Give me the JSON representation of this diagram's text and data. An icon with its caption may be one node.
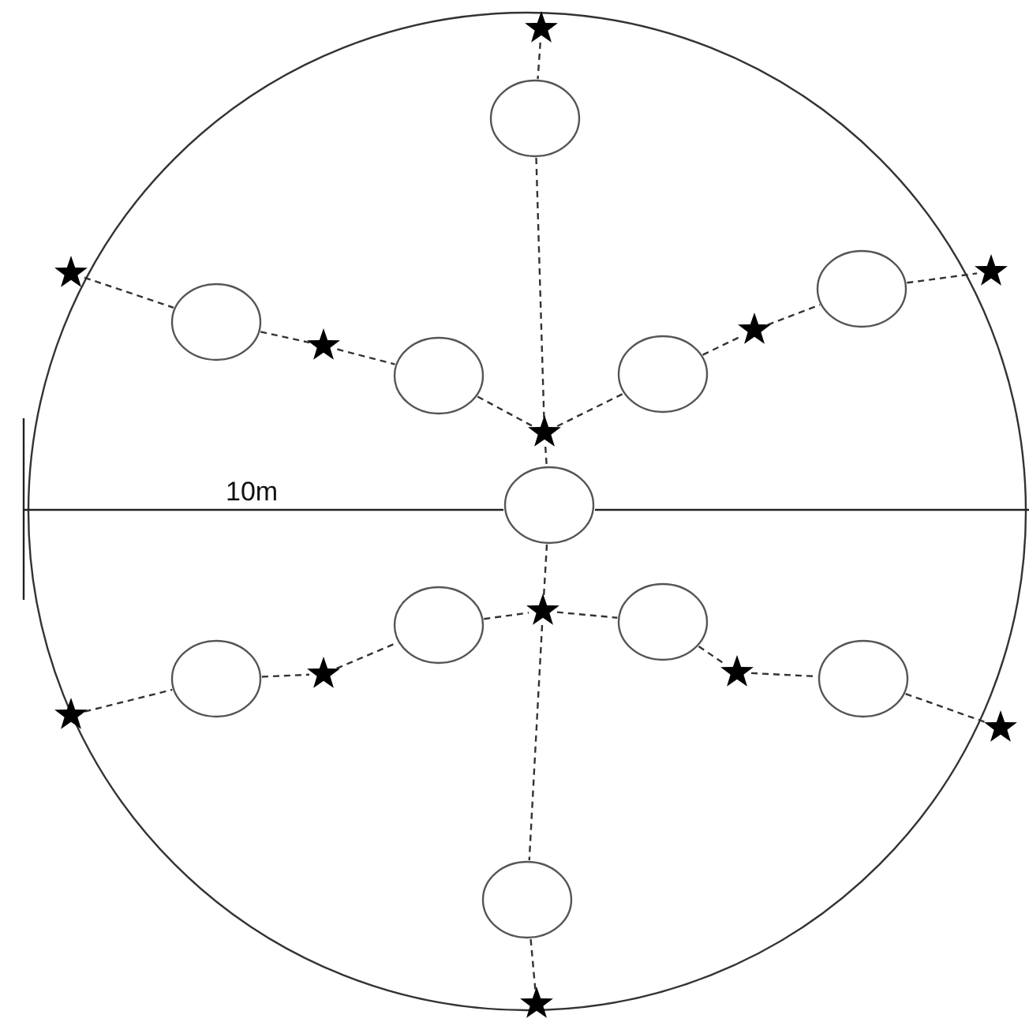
{
  "diagram": {
    "nodes": [
      {
        "text": [],
        "shape": "star"
      },
      {
        "text": [],
        "shape": "ellipse"
      },
      {
        "text": [],
        "shape": "star"
      },
      {
        "text": [],
        "shape": "star"
      },
      {
        "text": [],
        "shape": "ellipse"
      },
      {
        "text": [],
        "shape": "ellipse"
      },
      {
        "text": [],
        "shape": "star"
      },
      {
        "text": [],
        "shape": "star"
      },
      {
        "text": [],
        "shape": "ellipse"
      },
      {
        "text": [],
        "shape": "ellipse"
      },
      {
        "text": [],
        "shape": "star"
      },
      {
        "text": [],
        "shape": "ellipse"
      },
      {
        "text": [],
        "shape": "star"
      },
      {
        "text": [],
        "shape": "ellipse"
      },
      {
        "text": [],
        "shape": "ellipse"
      },
      {
        "text": [],
        "shape": "star"
      },
      {
        "text": [],
        "shape": "star"
      },
      {
        "text": [],
        "shape": "ellipse"
      },
      {
        "text": [],
        "shape": "ellipse"
      },
      {
        "text": [],
        "shape": "star"
      },
      {
        "text": [],
        "shape": "star"
      },
      {
        "text": [],
        "shape": "ellipse"
      },
      {
        "text": [],
        "shape": "star"
      }
    ],
    "edges": [
      {
        "from": 0,
        "to": 1,
        "arrow": "none",
        "style": "dashed"
      },
      {
        "from": 1,
        "to": 10,
        "arrow": "none",
        "style": "dashed"
      },
      {
        "from": 3,
        "to": 5,
        "arrow": "none",
        "style": "dashed"
      },
      {
        "from": 5,
        "to": 7,
        "arrow": "none",
        "style": "dashed"
      },
      {
        "from": 7,
        "to": 9,
        "arrow": "none",
        "style": "dashed"
      },
      {
        "from": 9,
        "to": 10,
        "arrow": "none",
        "style": "dashed"
      },
      {
        "from": 10,
        "to": 8,
        "arrow": "none",
        "style": "dashed"
      },
      {
        "from": 8,
        "to": 6,
        "arrow": "none",
        "style": "dashed"
      },
      {
        "from": 6,
        "to": 4,
        "arrow": "none",
        "style": "dashed"
      },
      {
        "from": 4,
        "to": 2,
        "arrow": "none",
        "style": "dashed"
      },
      {
        "from": 10,
        "to": 11,
        "arrow": "none",
        "style": "dashed"
      },
      {
        "from": 11,
        "to": 12,
        "arrow": "none",
        "style": "dashed"
      },
      {
        "from": 12,
        "to": 21,
        "arrow": "none",
        "style": "dashed"
      },
      {
        "from": 21,
        "to": 22,
        "arrow": "none",
        "style": "dashed"
      },
      {
        "from": 19,
        "to": 17,
        "arrow": "none",
        "style": "dashed"
      },
      {
        "from": 17,
        "to": 16,
        "arrow": "none",
        "style": "dashed"
      },
      {
        "from": 16,
        "to": 14,
        "arrow": "none",
        "style": "dashed"
      },
      {
        "from": 14,
        "to": 12,
        "arrow": "none",
        "style": "dashed"
      },
      {
        "from": 12,
        "to": 13,
        "arrow": "none",
        "style": "dashed"
      },
      {
        "from": 13,
        "to": 15,
        "arrow": "none",
        "style": "dashed"
      },
      {
        "from": 15,
        "to": 18,
        "arrow": "none",
        "style": "dashed"
      },
      {
        "from": 18,
        "to": 20,
        "arrow": "none",
        "style": "dashed"
      }
    ],
    "labels": [
      "10m"
    ]
  }
}
